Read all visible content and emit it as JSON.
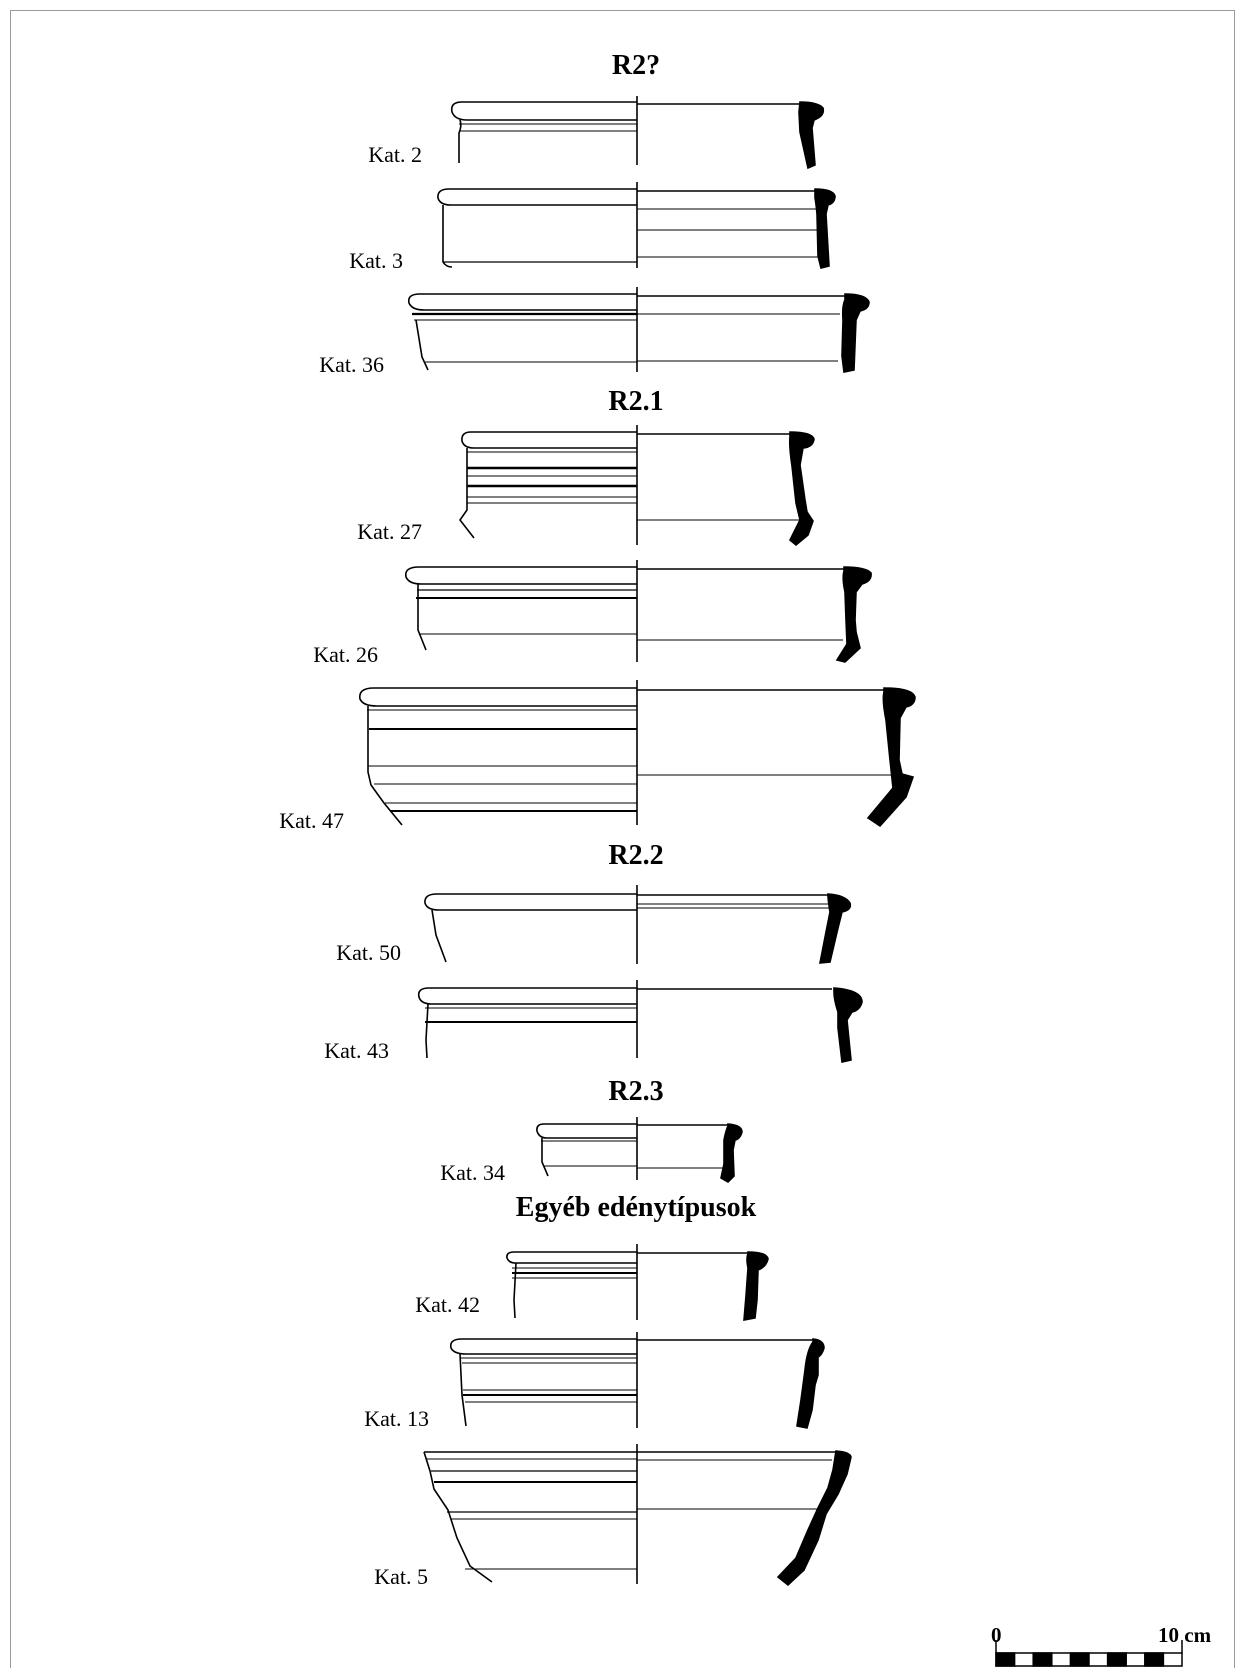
{
  "headings": [
    "R2?",
    "R2.1",
    "R2.2",
    "R2.3",
    "Egyéb edénytípusok"
  ],
  "labels": [
    "Kat. 2",
    "Kat. 3",
    "Kat. 36",
    "Kat. 27",
    "Kat. 26",
    "Kat. 47",
    "Kat. 50",
    "Kat. 43",
    "Kat. 34",
    "Kat. 42",
    "Kat. 13",
    "Kat. 5"
  ],
  "scale": {
    "start": "0",
    "end": "10 cm"
  }
}
